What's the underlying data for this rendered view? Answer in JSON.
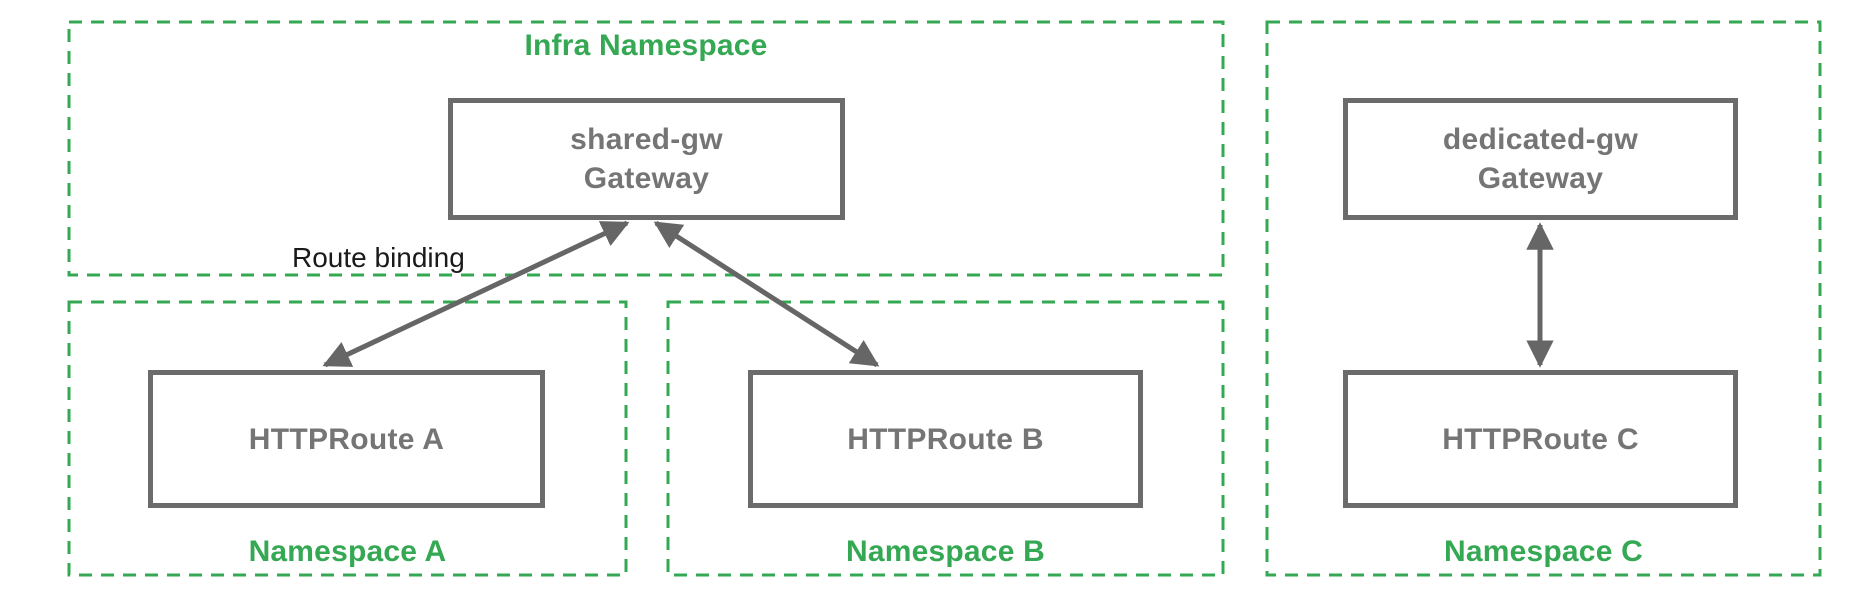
{
  "diagram": {
    "route_binding_label": "Route binding",
    "infra_namespace": {
      "label": "Infra Namespace",
      "gateway": {
        "name": "shared-gw",
        "type": "Gateway"
      }
    },
    "namespace_a": {
      "label": "Namespace A",
      "route": "HTTPRoute A"
    },
    "namespace_b": {
      "label": "Namespace B",
      "route": "HTTPRoute B"
    },
    "namespace_c": {
      "label": "Namespace C",
      "gateway": {
        "name": "dedicated-gw",
        "type": "Gateway"
      },
      "route": "HTTPRoute C"
    },
    "colors": {
      "namespace_green": "#34A853",
      "box_border_gray": "#6B6B6B",
      "box_text_gray": "#757575",
      "arrow_gray": "#666666",
      "annotation_black": "#1A1A1A"
    }
  }
}
